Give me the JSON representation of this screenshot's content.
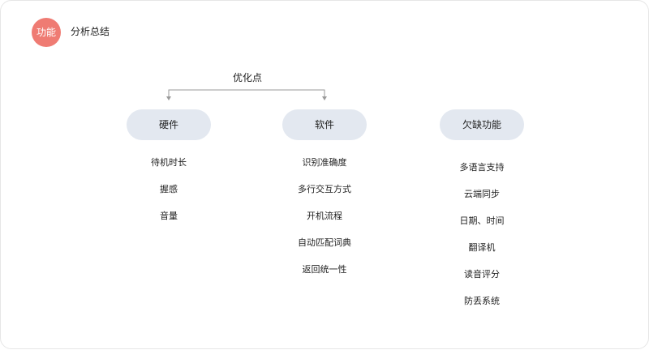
{
  "header": {
    "badge_label": "功能",
    "title": "分析总结"
  },
  "diagram": {
    "optimization_label": "优化点",
    "hardware": {
      "label": "硬件",
      "items": [
        "待机时长",
        "握感",
        "音量"
      ]
    },
    "software": {
      "label": "软件",
      "items": [
        "识别准确度",
        "多行交互方式",
        "开机流程",
        "自动匹配词典",
        "返回统一性"
      ]
    },
    "missing_features": {
      "label": "欠缺功能",
      "items": [
        "多语言支持",
        "云端同步",
        "日期、时间",
        "翻译机",
        "读音评分",
        "防丢系统"
      ]
    }
  },
  "colors": {
    "badge": "#ef7b73",
    "pill": "#e3e8f0",
    "connector": "#9a9a9a"
  }
}
